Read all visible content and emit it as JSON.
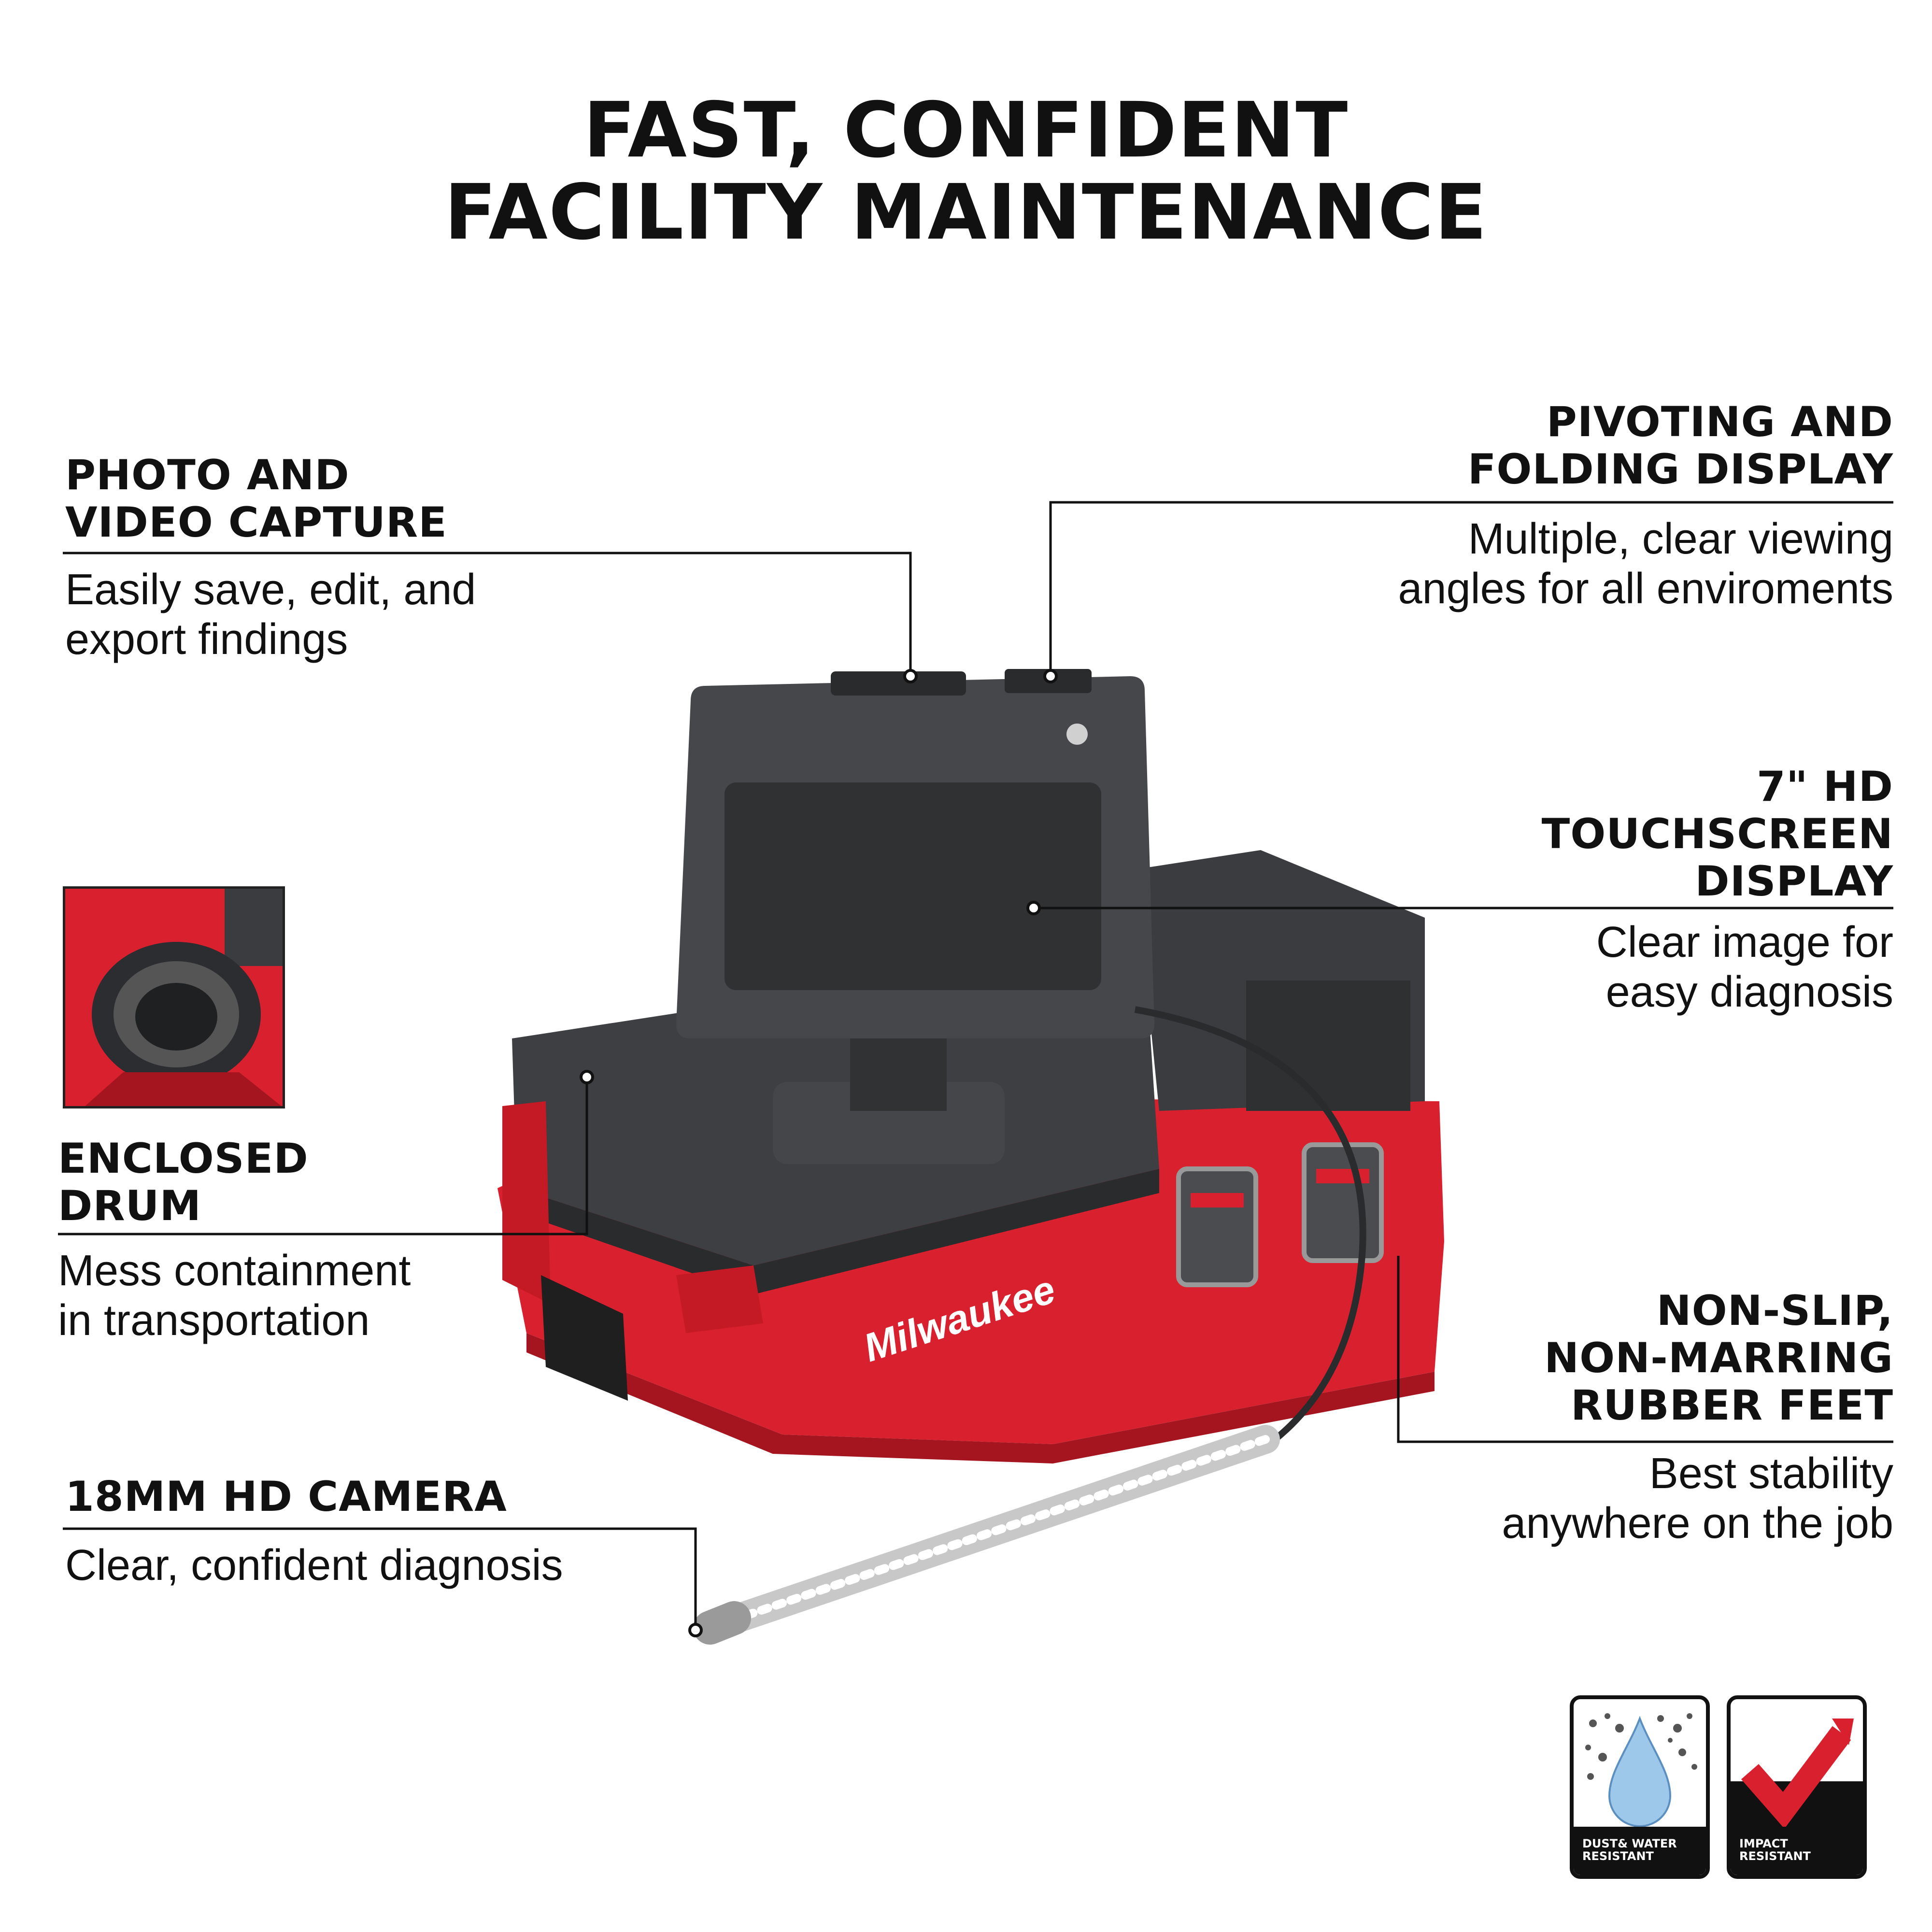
{
  "title": {
    "line1": "FAST, CONFIDENT",
    "line2": "FACILITY MAINTENANCE"
  },
  "callouts": {
    "photo": {
      "heading1": "PHOTO AND",
      "heading2": "VIDEO CAPTURE",
      "desc1": "Easily save, edit, and",
      "desc2": "export findings"
    },
    "pivot": {
      "heading1": "PIVOTING AND",
      "heading2": "FOLDING DISPLAY",
      "desc1": "Multiple, clear viewing",
      "desc2": "angles for all enviroments"
    },
    "touch": {
      "heading1": "7\" HD",
      "heading2": "TOUCHSCREEN",
      "heading3": "DISPLAY",
      "desc1": "Clear image for",
      "desc2": "easy diagnosis"
    },
    "drum": {
      "heading1": "ENCLOSED",
      "heading2": "DRUM",
      "desc1": "Mess containment",
      "desc2": "in transportation"
    },
    "feet": {
      "heading1": "NON-SLIP,",
      "heading2": "NON-MARRING",
      "heading3": "RUBBER FEET",
      "desc1": "Best stability",
      "desc2": "anywhere on the job"
    },
    "camera": {
      "heading1": "18MM HD CAMERA",
      "desc1": "Clear, confident diagnosis"
    }
  },
  "product": {
    "brand_logo": "Milwaukee",
    "brand_color": "#d9202e",
    "case_color": "#3d3f42"
  },
  "badges": {
    "dust_water": {
      "line1": "DUST& WATER",
      "line2": "RESISTANT",
      "icon": "water-drop-icon"
    },
    "impact": {
      "line1": "IMPACT",
      "line2": "RESISTANT",
      "icon": "check-mark-icon"
    }
  }
}
